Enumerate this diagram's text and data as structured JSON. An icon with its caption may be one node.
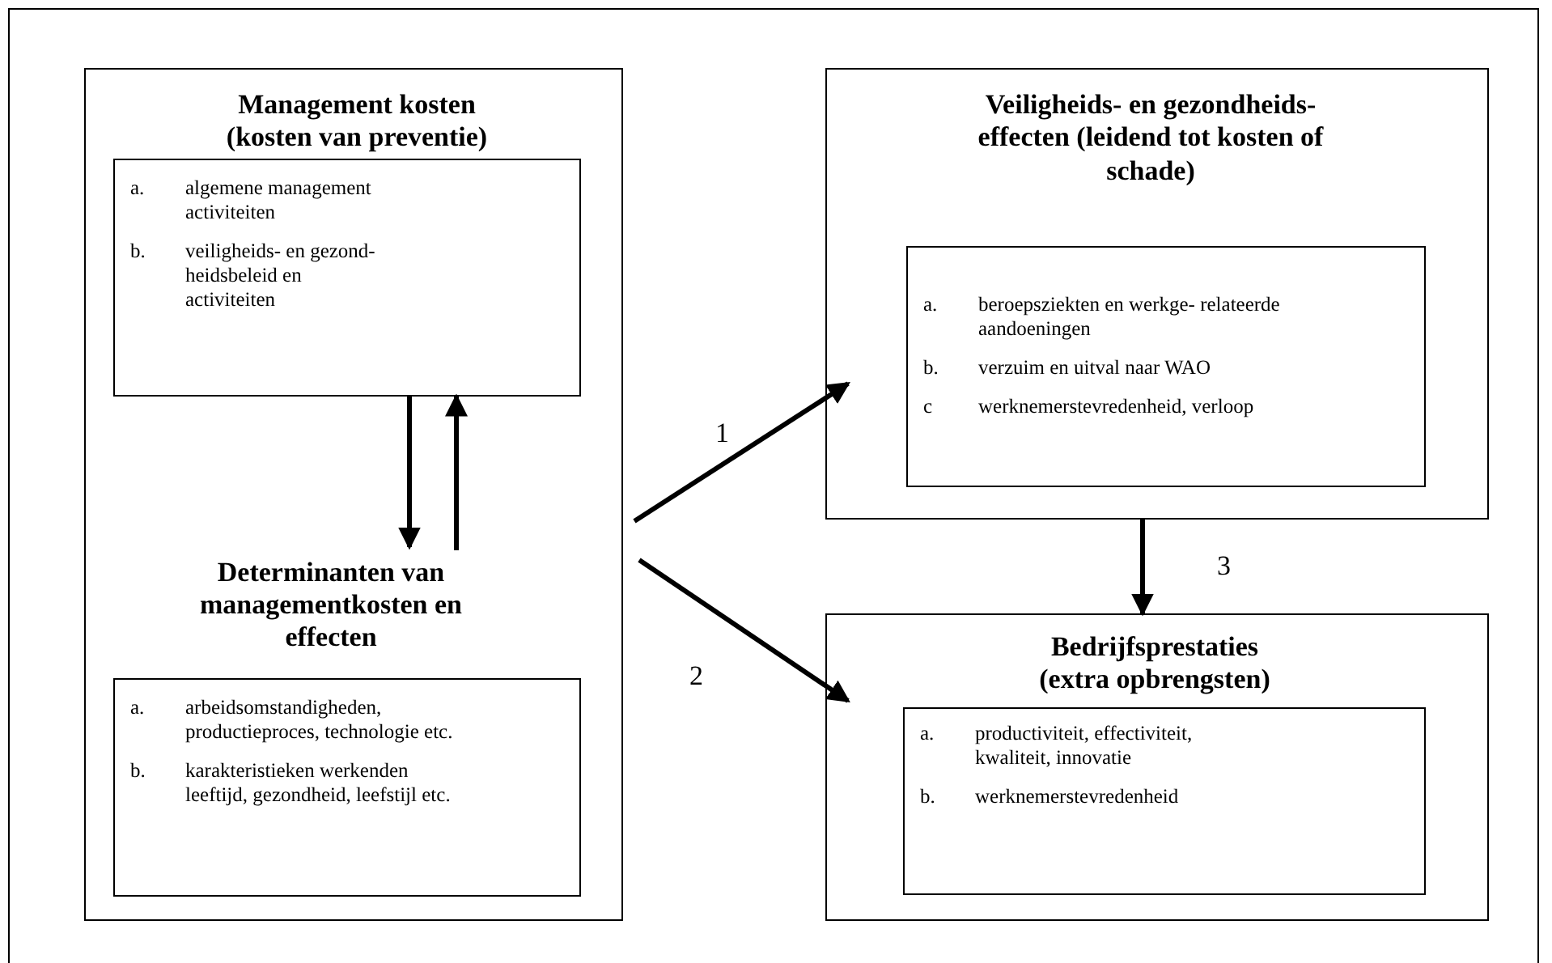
{
  "diagram": {
    "nodes": [
      {
        "text": [
          "Management kosten (kosten van preventie)"
        ]
      },
      {
        "text": [
          "a.",
          "algemene management activiteiten",
          "b.",
          "veiligheids- en gezond- heidsbeleid en activiteiten"
        ],
        "in": 0
      },
      {
        "text": [
          "Determinanten van managementkosten en effecten"
        ],
        "in": 0
      },
      {
        "text": [
          "a.",
          "arbeidsomstandigheden, productieproces, technologie etc.",
          "b.",
          "karakteristieken werkenden leeftijd, gezondheid, leefstijl etc."
        ],
        "in": 0
      },
      {
        "text": [
          "Veiligheids- en gezondheids- effecten (leidend tot kosten of schade)"
        ]
      },
      {
        "text": [
          "a.",
          "beroepsziekten en werkge- relateerde aandoeningen",
          "b.",
          "verzuim en uitval naar WAO",
          "c",
          "werknemerstevredenheid, verloop"
        ],
        "in": 4
      },
      {
        "text": [
          "Bedrijfsprestaties (extra opbrengsten)"
        ]
      },
      {
        "text": [
          "a.",
          "productiviteit, effectiviteit, kwaliteit, innovatie",
          "b.",
          "werknemerstevredenheid"
        ],
        "in": 6
      }
    ],
    "edges": [
      {
        "from": 1,
        "to": 2,
        "arrow": "to"
      },
      {
        "from": 2,
        "to": 1,
        "arrow": "to"
      },
      {
        "from": 0,
        "to": 4,
        "arrow": "to",
        "label": "1"
      },
      {
        "from": 0,
        "to": 6,
        "arrow": "to",
        "label": "2"
      },
      {
        "from": 4,
        "to": 6,
        "arrow": "to",
        "label": "3"
      }
    ]
  }
}
